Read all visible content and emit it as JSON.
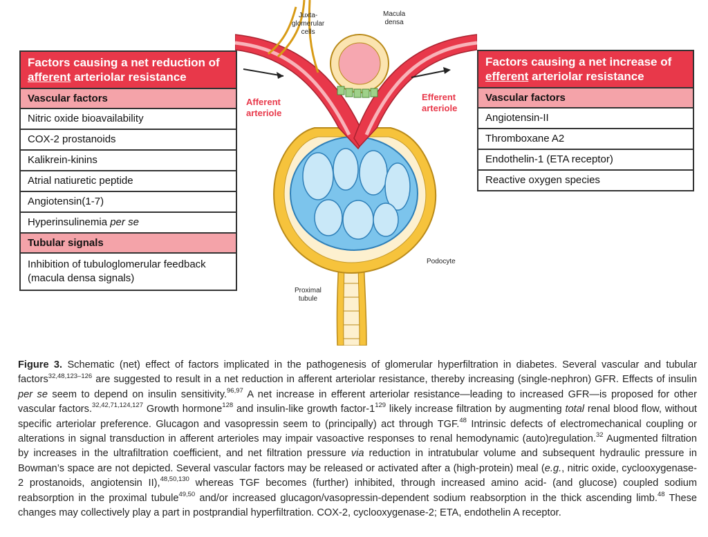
{
  "left_panel": {
    "title_pre": "Factors causing a net reduction of",
    "title_underlined": "afferent",
    "title_post": " arteriolar resistance",
    "vascular_header": "Vascular factors",
    "vascular_items": [
      "Nitric oxide bioavailability",
      "COX-2 prostanoids",
      "Kalikrein-kinins",
      "Atrial natiuretic peptide",
      "Angiotensin(1-7)"
    ],
    "hyperinsulinemia_text": "Hyperinsulinemia ",
    "hyperinsulinemia_italic": "per se",
    "tubular_header": "Tubular signals",
    "tubular_line1": "Inhibition of tubuloglomerular feedback",
    "tubular_line2": "(macula densa signals)"
  },
  "right_panel": {
    "title_pre": "Factors causing a net increase of",
    "title_underlined": "efferent",
    "title_post": " arteriolar resistance",
    "vascular_header": "Vascular factors",
    "vascular_items": [
      "Angiotensin-II",
      "Thromboxane A2",
      "Endothelin-1 (ETA receptor)",
      "Reactive oxygen species"
    ]
  },
  "diagram": {
    "juxta_line1": "Juxta-",
    "juxta_line2": "glomerular",
    "juxta_line3": "cells",
    "macula_line1": "Macula",
    "macula_line2": "densa",
    "afferent_line1": "Afferent",
    "afferent_line2": "arteriole",
    "efferent_line1": "Efferent",
    "efferent_line2": "arteriole",
    "podocyte": "Podocyte",
    "proximal_line1": "Proximal",
    "proximal_line2": "tubule"
  },
  "colors": {
    "red": "#e8384a",
    "pink": "#f4a3a9",
    "capillary": "#7cc4ec",
    "capsule": "#f6c33c"
  },
  "caption": {
    "label": "Figure 3.",
    "t1": " Schematic (net) effect of factors implicated in the pathogenesis of glomerular hyperfiltration in diabetes. Several vascular and tubular factors",
    "r1": "32,48,123–126",
    "t2": " are suggested to result in a net reduction in afferent arteriolar resistance, thereby increasing (single-nephron) GFR. Effects of insulin ",
    "i1": "per se",
    "t3": " seem to depend on insulin sensitivity.",
    "r2": "96,97",
    "t4": " A net increase in efferent arteriolar resistance—leading to increased GFR—is proposed for other vascular factors.",
    "r3": "32,42,71,124,127",
    "t5": " Growth hormone",
    "r4": "128",
    "t6": " and insulin-like growth factor-1",
    "r5": "129",
    "t7": " likely increase filtration by augmenting ",
    "i2": "total",
    "t8": " renal blood flow, without specific arteriolar preference. Glucagon and vasopressin seem to (principally) act through TGF.",
    "r6": "48",
    "t9": " Intrinsic defects of electromechanical coupling or alterations in signal transduction in afferent arterioles may impair vasoactive responses to renal hemodynamic (auto)regulation.",
    "r7": "32",
    "t10": " Augmented filtration by increases in the ultrafiltration coefficient, and net filtration pressure ",
    "i3": "via",
    "t11": " reduction in intratubular volume and subsequent hydraulic pressure in Bowman’s space are not depicted. Several vascular factors may be released or activated after a (high-protein) meal (",
    "i4": "e.g.",
    "t12": ", nitric oxide, cyclooxygenase-2 prostanoids, angiotensin II),",
    "r8": "48,50,130",
    "t13": " whereas TGF becomes (further) inhibited, through increased amino acid- (and glucose) coupled sodium reabsorption in the proximal tubule",
    "r9": "49,50",
    "t14": " and/or increased glucagon/vasopressin-dependent sodium reabsorption in the thick ascending limb.",
    "r10": "48",
    "t15": " These changes may collectively play a part in postprandial hyperfiltration. COX-2, cyclooxygenase-2; ETA, endothelin A receptor."
  }
}
